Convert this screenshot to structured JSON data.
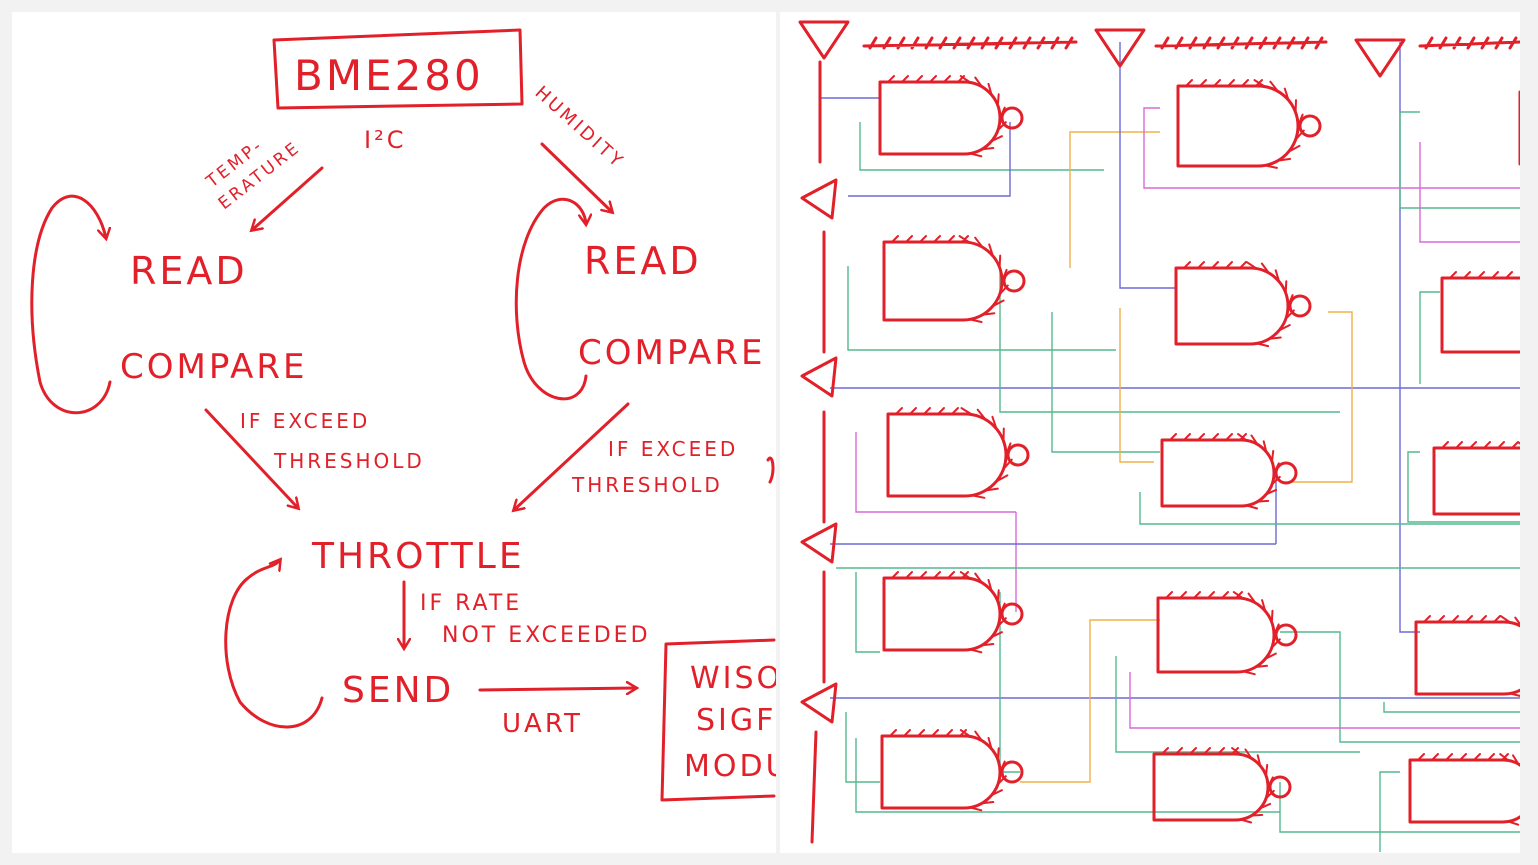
{
  "flow": {
    "sensor": "BME280",
    "bus": "I²C",
    "left_branch": {
      "edge_label": [
        "TEMP-",
        "ERATURE"
      ],
      "read": "READ",
      "compare": "COMPARE",
      "condition": [
        "IF EXCEED",
        "THRESHOLD"
      ]
    },
    "right_branch": {
      "edge_label": "HUMIDITY",
      "read": "READ",
      "compare": "COMPARE",
      "condition": [
        "IF EXCEED",
        "THRESHOLD"
      ]
    },
    "throttle": "THROTTLE",
    "rate_condition": [
      "IF RATE",
      "NOT EXCEEDED"
    ],
    "send": "SEND",
    "link_label": "UART",
    "module_box": [
      "WISO",
      "SIGF",
      "MODU"
    ]
  },
  "colors": {
    "ink": "#e2202a",
    "wire_blue": "#6b6ad6",
    "wire_green": "#54b88e",
    "wire_orange": "#f0b04a",
    "wire_magenta": "#d86ad8"
  }
}
